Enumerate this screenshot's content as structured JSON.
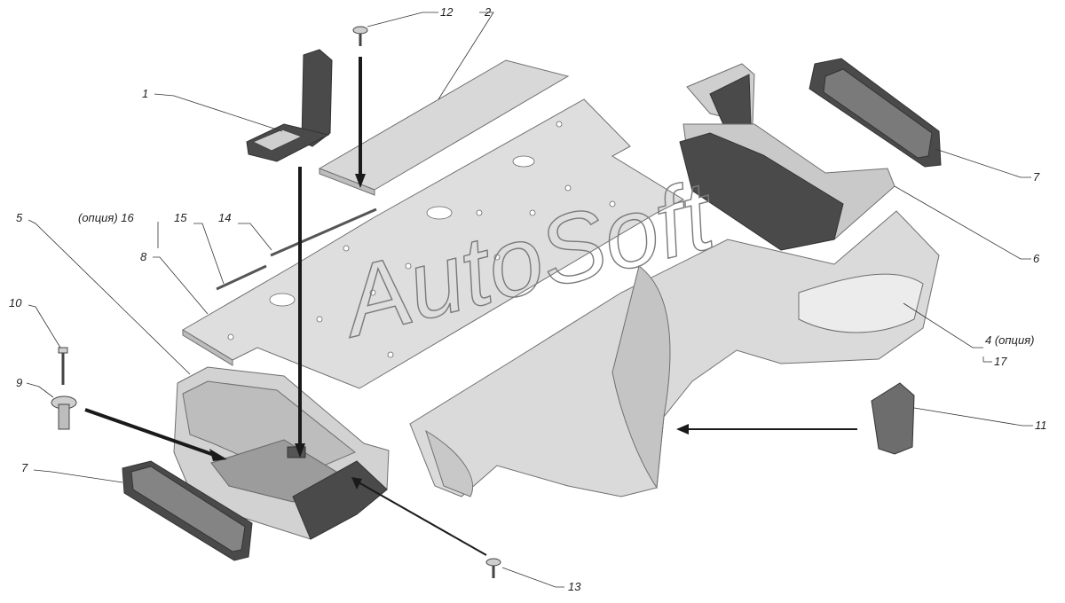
{
  "watermark": "AutoSoft",
  "callouts": {
    "c1": "1",
    "c2": "2",
    "c4": "4 (опция)",
    "c5": "5",
    "c6": "6",
    "c7a": "7",
    "c7b": "7",
    "c8": "8",
    "c9": "9",
    "c10": "10",
    "c11": "11",
    "c12": "12",
    "c13": "13",
    "c14": "14",
    "c15": "15",
    "c16": "(опция) 16",
    "c17": "17"
  },
  "colors": {
    "part_fill": "#dcdcdc",
    "part_shadow": "#b9b9b9",
    "dark_part": "#4a4a4a",
    "leader": "#333333",
    "arrow": "#1a1a1a"
  }
}
